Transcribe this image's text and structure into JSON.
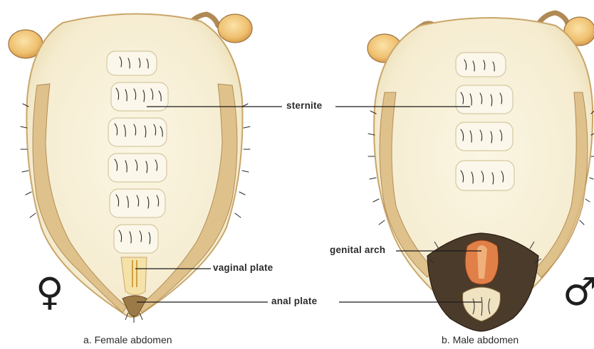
{
  "labels": {
    "sternite": "sternite",
    "vaginal_plate": "vaginal plate",
    "anal_plate": "anal plate",
    "genital_arch": "genital arch"
  },
  "captions": {
    "female": "a. Female abdomen",
    "male": "b. Male abdomen"
  },
  "symbols": {
    "female": "♀",
    "male": "♂"
  },
  "colors": {
    "body_fill": "#f8f1d8",
    "body_edge": "#c9a66a",
    "plate_tan": "#d8b47a",
    "antenna_tip": "#f0c46a",
    "genital_dark": "#4a3b2b",
    "genital_orange": "#e08048",
    "leader_line": "#1a1a1a"
  },
  "icons": {
    "female_symbol": "venus-symbol-icon",
    "male_symbol": "mars-symbol-icon"
  }
}
